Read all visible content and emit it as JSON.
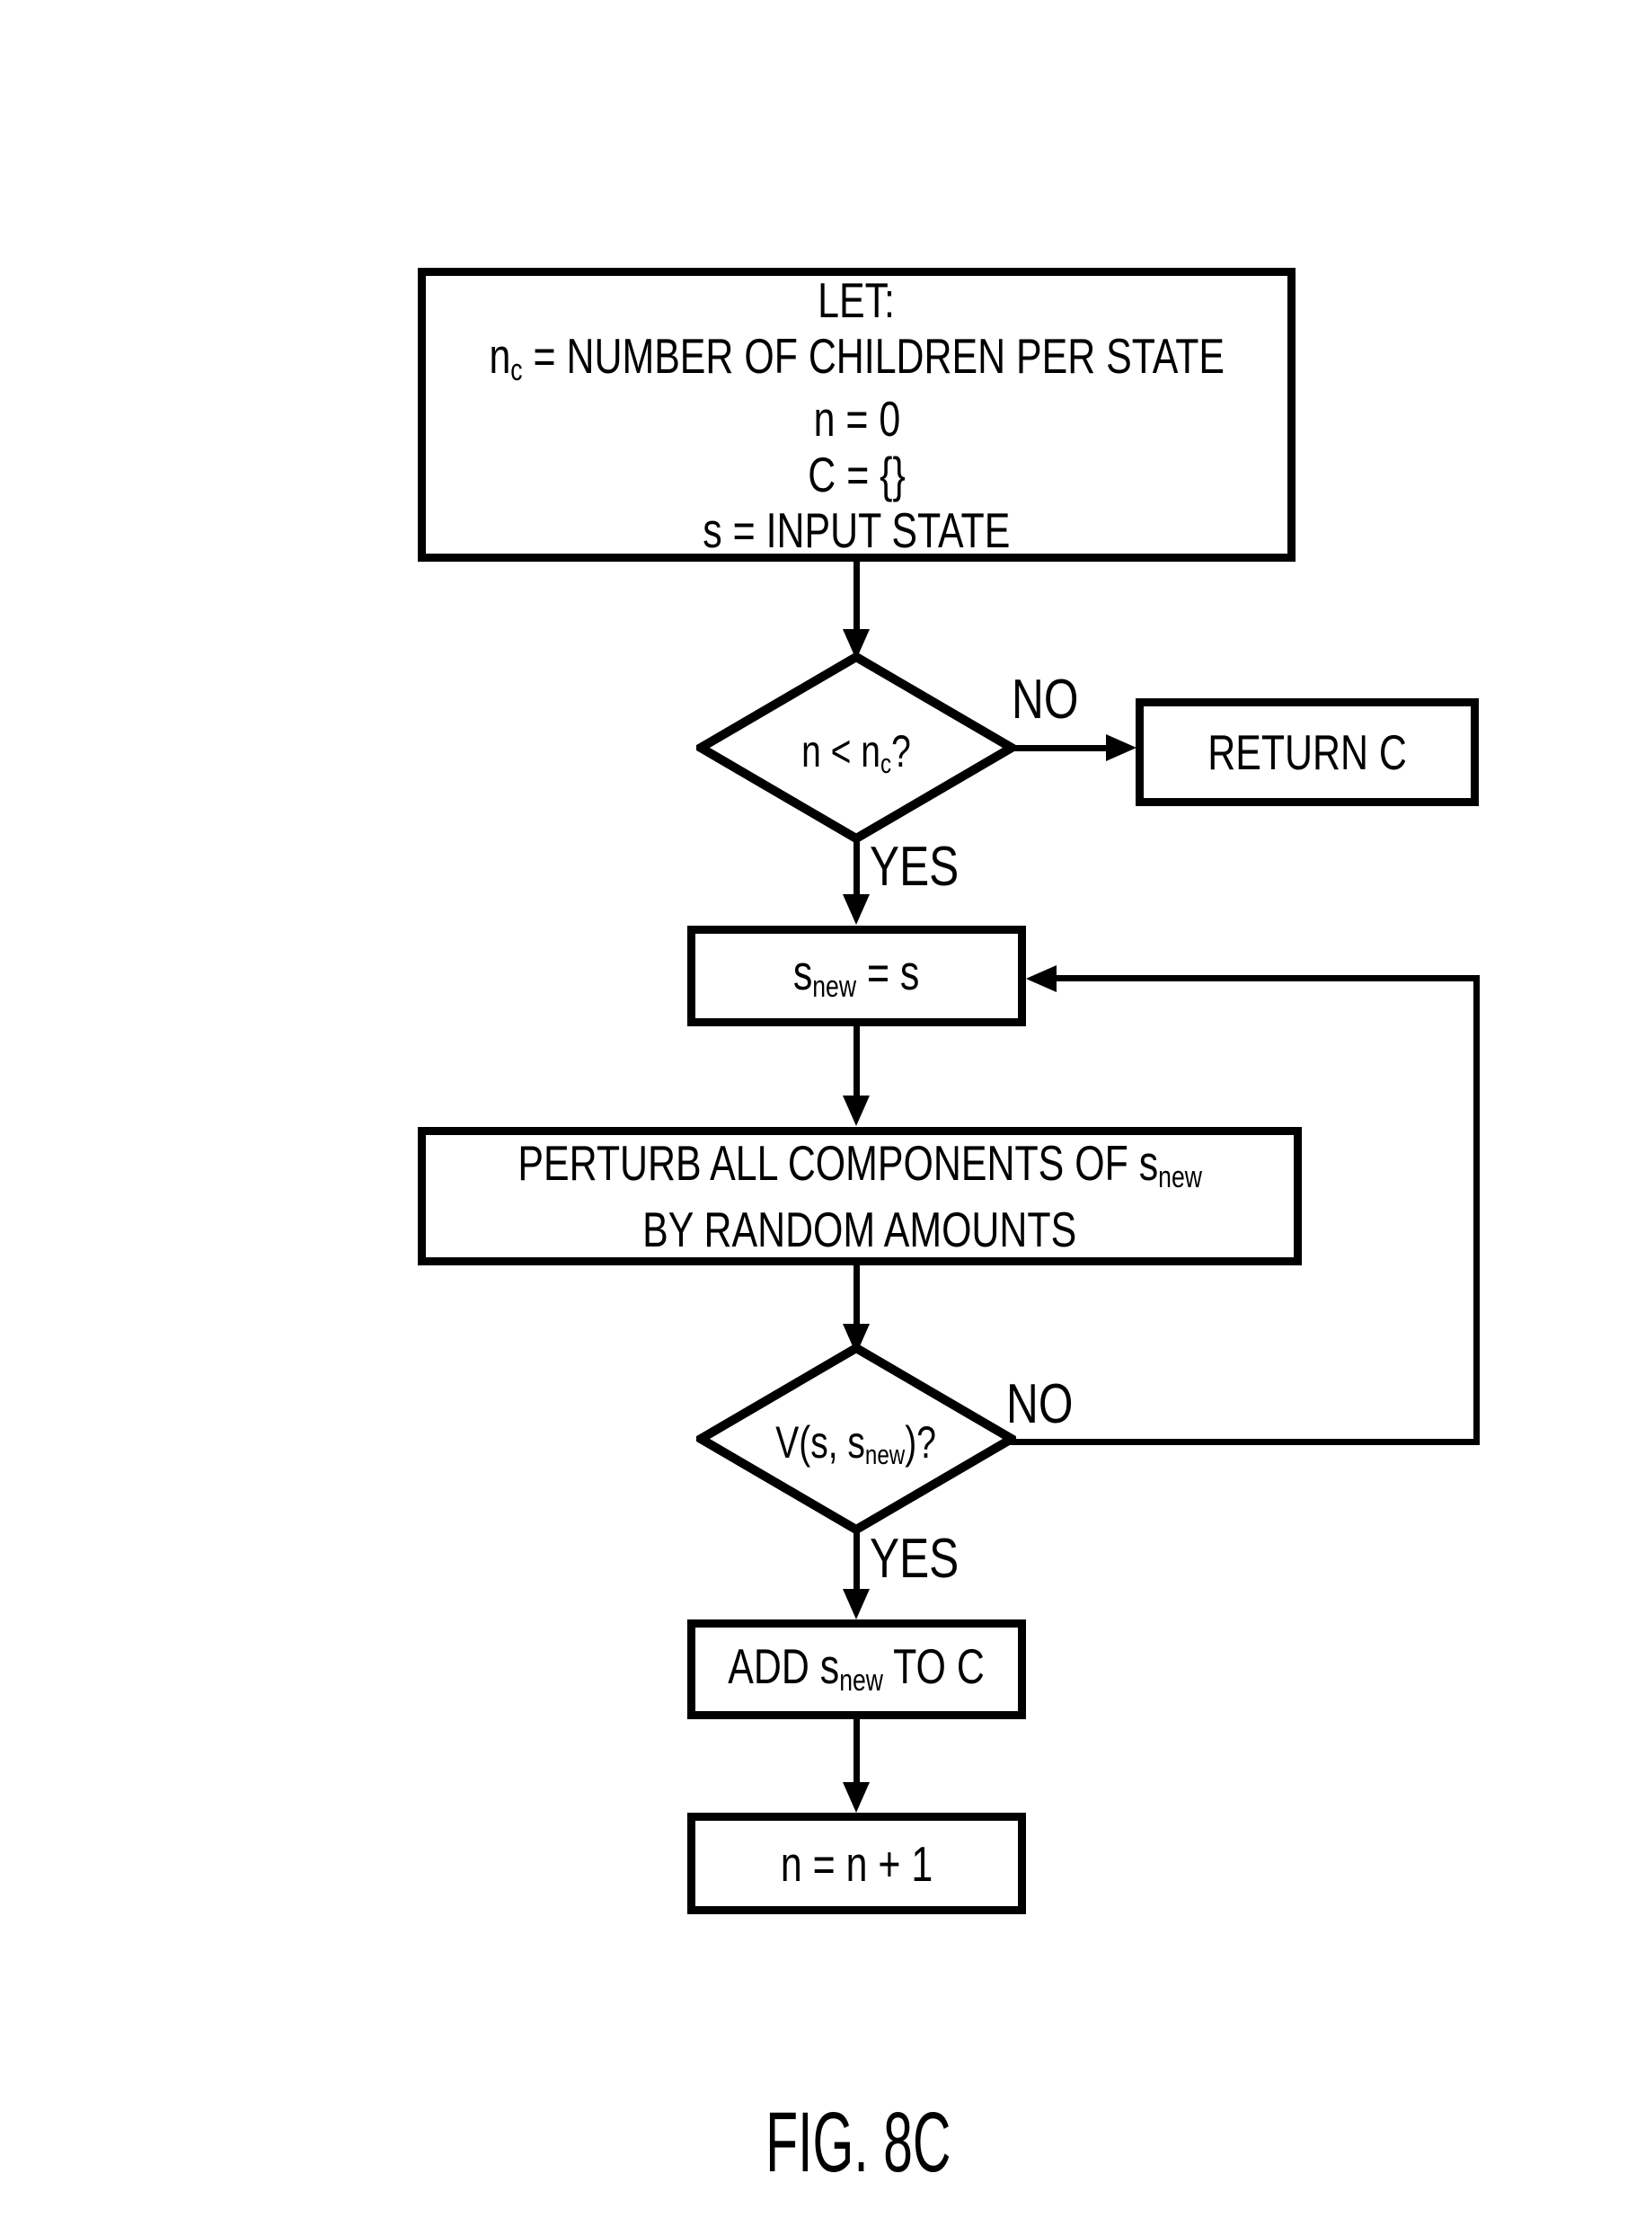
{
  "figure": {
    "caption": "FIG. 8C"
  },
  "colors": {
    "ink": "#000000",
    "paper": "#ffffff"
  },
  "nodes": {
    "init": {
      "line1": "LET:",
      "line2_pre": "n",
      "line2_sub": "c",
      "line2_post": " = NUMBER OF CHILDREN PER STATE",
      "line3": "n = 0",
      "line4": "C = {}",
      "line5": "s = INPUT STATE"
    },
    "decision1": {
      "pre": "n < n",
      "sub": "c",
      "post": "?"
    },
    "return": {
      "label": "RETURN C"
    },
    "assign": {
      "pre": "s",
      "sub": "new",
      "post": " = s"
    },
    "perturb": {
      "line1_pre": "PERTURB ALL COMPONENTS OF s",
      "line1_sub": "new",
      "line2": "BY RANDOM AMOUNTS"
    },
    "decision2": {
      "pre": "V(s, s",
      "sub": "new",
      "post": ")?"
    },
    "add": {
      "pre": "ADD s",
      "sub": "new",
      "post": " TO C"
    },
    "increment": {
      "label": "n = n + 1"
    }
  },
  "edges": {
    "no1": "NO",
    "yes1": "YES",
    "no2": "NO",
    "yes2": "YES"
  }
}
